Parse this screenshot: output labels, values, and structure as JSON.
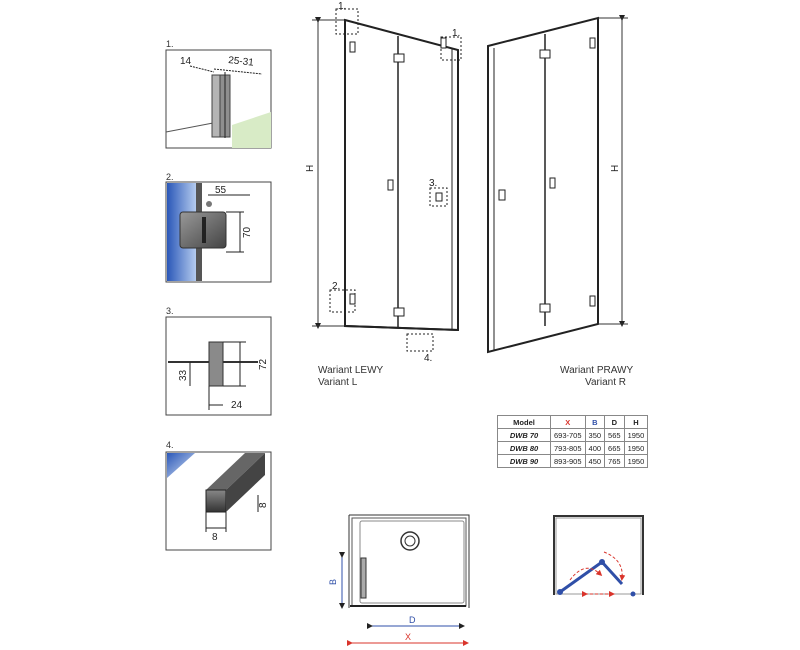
{
  "details": {
    "d1": {
      "num": "1.",
      "dims": [
        "14",
        "25-31"
      ]
    },
    "d2": {
      "num": "2.",
      "dims": [
        "55",
        "70"
      ]
    },
    "d3": {
      "num": "3.",
      "dims": [
        "72",
        "33",
        "24"
      ]
    },
    "d4": {
      "num": "4.",
      "dims": [
        "8",
        "8"
      ]
    }
  },
  "callouts": {
    "c1a": "1.",
    "c1b": "1.",
    "c2": "2.",
    "c3": "3.",
    "c4": "4."
  },
  "height_label": "H",
  "variant_left": {
    "line1": "Wariant LEWY",
    "line2": "Variant L"
  },
  "variant_right": {
    "line1": "Wariant PRAWY",
    "line2": "Variant R"
  },
  "table": {
    "headers": [
      "Model",
      "X",
      "B",
      "D",
      "H"
    ],
    "rows": [
      [
        "DWB 70",
        "693-705",
        "350",
        "565",
        "1950"
      ],
      [
        "DWB 80",
        "793-805",
        "400",
        "665",
        "1950"
      ],
      [
        "DWB 90",
        "893-905",
        "450",
        "765",
        "1950"
      ]
    ]
  },
  "plan": {
    "b": "B",
    "d": "D",
    "x": "X"
  },
  "colors": {
    "accent_red": "#d9342b",
    "accent_blue": "#2f4fa8",
    "wall_green": "#d8ebc6",
    "wall_blue": "#9ab6e0"
  }
}
